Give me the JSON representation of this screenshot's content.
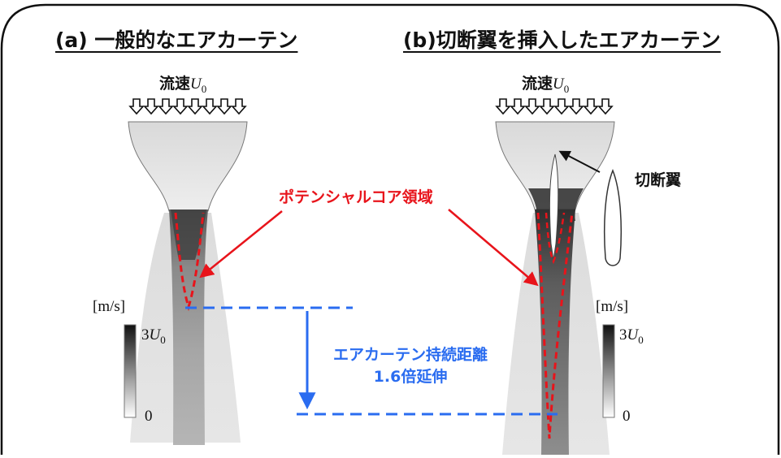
{
  "panels": {
    "a_title": "(a) 一般的なエアカーテン",
    "b_title": "(b)切断翼を挿入したエアカーテン"
  },
  "flow": {
    "label": "流速",
    "symbol": "U",
    "subscript": "0"
  },
  "annotations": {
    "potential_core": "ポテンシャルコア領域",
    "cut_wing": "切断翼",
    "duration_line1": "エアカーテン持続距離",
    "duration_line2": "1.6倍延伸"
  },
  "colorbar": {
    "unit": "[m/s]",
    "max_prefix": "3",
    "max_symbol": "U",
    "max_subscript": "0",
    "min": "0"
  },
  "colors": {
    "core_outline": "#e8141b",
    "extension_line": "#2a6cf0",
    "frame": "#111111"
  }
}
